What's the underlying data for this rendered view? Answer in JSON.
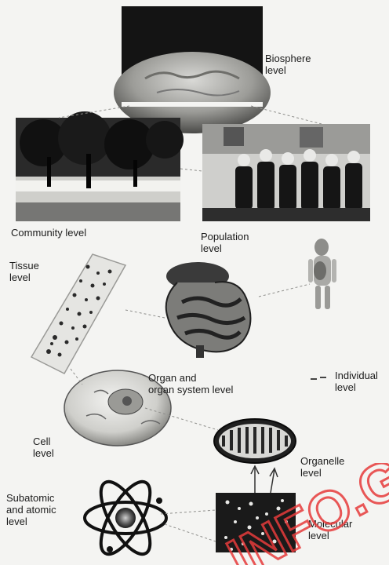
{
  "levels": {
    "biosphere": "Biosphere\nlevel",
    "community": "Community level",
    "population": "Population\nlevel",
    "tissue": "Tissue\nlevel",
    "organ": "Organ and\norgan system level",
    "individual": "Individual\nlevel",
    "cell": "Cell\nlevel",
    "organelle": "Organelle\nlevel",
    "subatomic": "Subatomic\nand atomic\nlevel",
    "molecular": "Molecular\nlevel"
  },
  "watermark": {
    "text": "INFO.G",
    "color": "#e63b3b"
  }
}
